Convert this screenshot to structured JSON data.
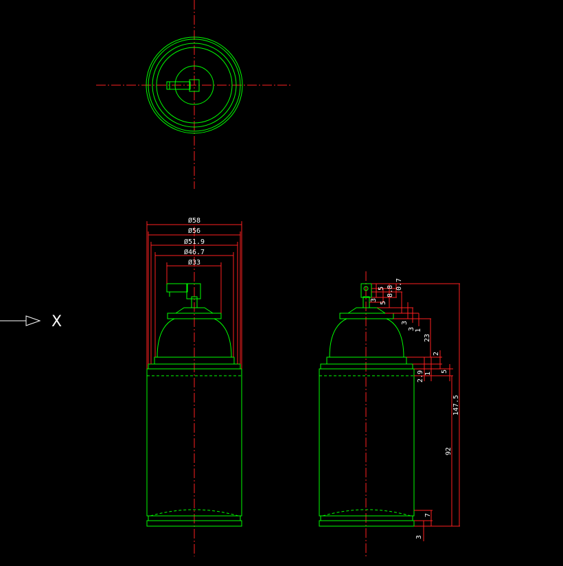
{
  "colors": {
    "background": "#000000",
    "geometry": "#00ff00",
    "dimension": "#ff2020",
    "centerline": "#ff2020",
    "text": "#ffffff"
  },
  "view_marker": {
    "label": "X"
  },
  "front_view": {
    "diameters": {
      "d58": "Ø58",
      "d56": "Ø56",
      "d51_9": "Ø51.9",
      "d46_7": "Ø46.7",
      "d33": "Ø33"
    }
  },
  "side_view": {
    "dims": {
      "v5a": "5",
      "v8_8": "8.8",
      "v0_7": "0.7",
      "v3a": "3",
      "v5b": "5",
      "v3b": "3",
      "v3c": "3",
      "v1a": "1",
      "v23": "23",
      "v2": "2",
      "v2_9": "2.9",
      "v1b": "1",
      "v5c": "5",
      "v147_5": "147.5",
      "v92": "92",
      "v7": "7",
      "v3d": "3"
    }
  }
}
